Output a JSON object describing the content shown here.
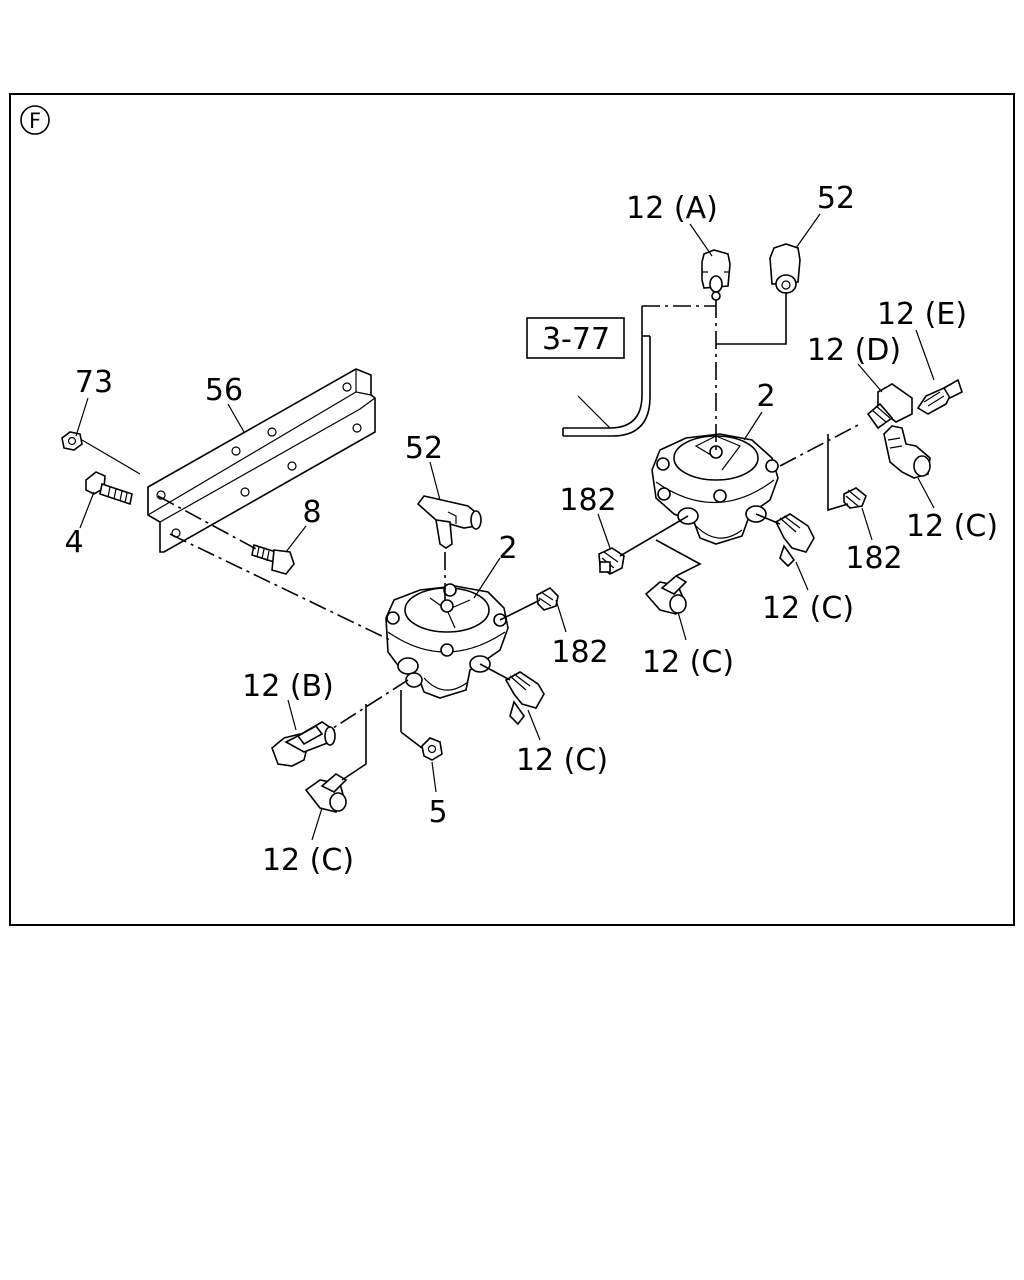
{
  "view_marker": "F",
  "reference_box": "3-77",
  "callouts": {
    "c73": "73",
    "c56": "56",
    "c4": "4",
    "c8": "8",
    "c52_left": "52",
    "c2_left": "2",
    "c182_left": "182",
    "c12B": "12 (B)",
    "c12C_bottom": "12 (C)",
    "c5": "5",
    "c12C_left_valve": "12 (C)",
    "c12A": "12 (A)",
    "c52_right": "52",
    "c12E": "12 (E)",
    "c12D": "12 (D)",
    "c2_right": "2",
    "c182_mid": "182",
    "c12C_far_right": "12 (C)",
    "c182_right": "182",
    "c12C_right_valve": "12 (C)",
    "c12C_mid": "12 (C)"
  }
}
